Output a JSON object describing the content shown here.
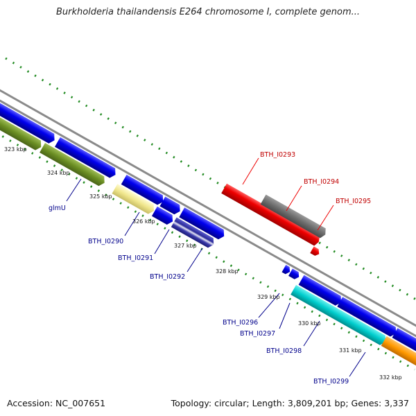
{
  "title": "Burkholderia thailandensis E264 chromosome I, complete genom...",
  "footer": {
    "accession": "Accession: NC_007651",
    "stats": "Topology: circular; Length: 3,809,201 bp; Genes: 3,337"
  },
  "ruler_ticks": [
    {
      "label": "323 kbp"
    },
    {
      "label": "324 kbp"
    },
    {
      "label": "325 kbp"
    },
    {
      "label": "326 kbp"
    },
    {
      "label": "327 kbp"
    },
    {
      "label": "328 kbp"
    },
    {
      "label": "329 kbp"
    },
    {
      "label": "330 kbp"
    },
    {
      "label": "331 kbp"
    },
    {
      "label": "332 kbp"
    }
  ],
  "gene_labels": {
    "glmU": "glmU",
    "bth_i0290": "BTH_I0290",
    "bth_i0291": "BTH_I0291",
    "bth_i0292": "BTH_I0292",
    "bth_i0293": "BTH_I0293",
    "bth_i0294": "BTH_I0294",
    "bth_i0295": "BTH_I0295",
    "bth_i0296": "BTH_I0296",
    "bth_i0297": "BTH_I0297",
    "bth_i0298": "BTH_I0298",
    "bth_i0299": "BTH_I0299"
  },
  "colors": {
    "backbone": "#8a8a8a",
    "cds_blue": "#0000ee",
    "glmU_green": "#6b8e23",
    "pale_yellow": "#f0e68c",
    "highlight_red": "#ee0000",
    "pseudo_gray": "#6e6e6e",
    "cyan": "#00cdcd",
    "orange": "#ff9900",
    "tick_green": "#228b22",
    "label_blue": "#00008b",
    "label_red": "#c00000"
  }
}
